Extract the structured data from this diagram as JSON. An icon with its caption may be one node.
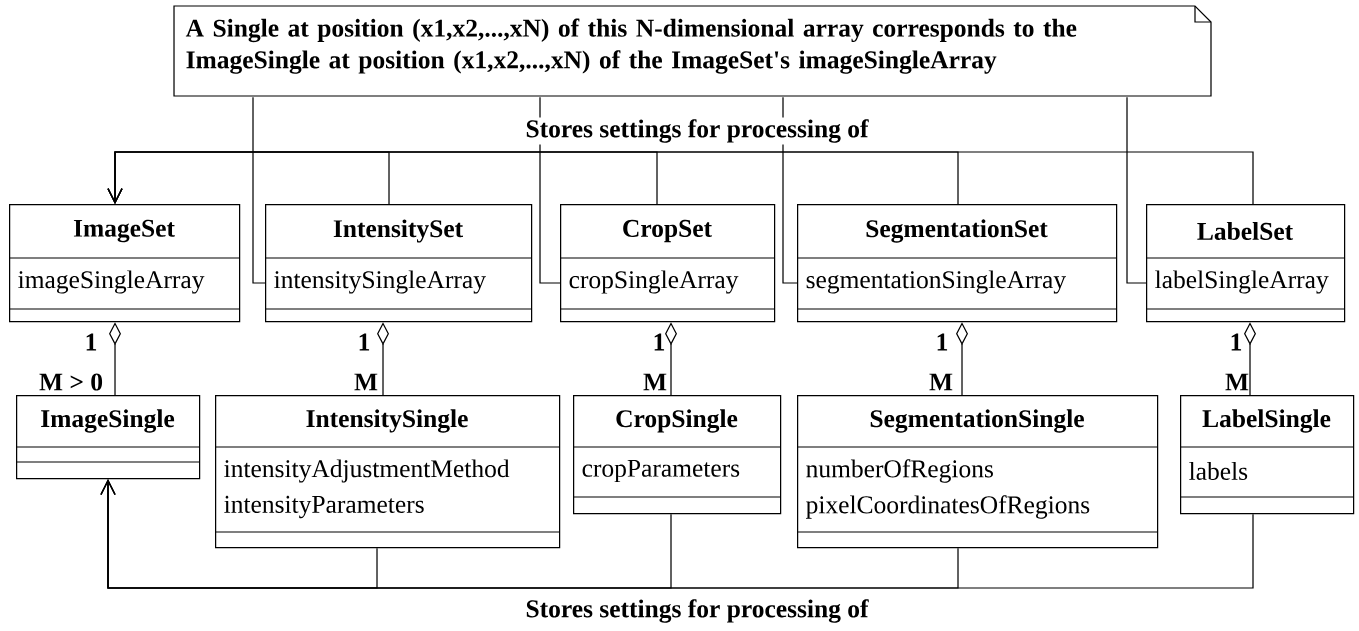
{
  "diagram": {
    "nodes": [
      {
        "text": [
          "A Single at position (x1,x2,...,xN) of this N-dimensional array corresponds to the ImageSingle at position (x1,x2,...,xN) of the ImageSet's imageSingleArray"
        ]
      },
      {
        "text": [
          "ImageSet",
          "imageSingleArray"
        ]
      },
      {
        "text": [
          "IntensitySet",
          "intensitySingleArray"
        ]
      },
      {
        "text": [
          "CropSet",
          "cropSingleArray"
        ]
      },
      {
        "text": [
          "SegmentationSet",
          "segmentationSingleArray"
        ]
      },
      {
        "text": [
          "LabelSet",
          "labelSingleArray"
        ]
      },
      {
        "text": [
          "ImageSingle"
        ]
      },
      {
        "text": [
          "IntensitySingle",
          "intensityAdjustmentMethod",
          "intensityParameters"
        ]
      },
      {
        "text": [
          "CropSingle",
          "cropParameters"
        ]
      },
      {
        "text": [
          "SegmentationSingle",
          "numberOfRegions",
          "pixelCoordinatesOfRegions"
        ]
      },
      {
        "text": [
          "LabelSingle",
          "labels"
        ]
      }
    ],
    "edges": [
      {
        "from": 0,
        "to": 2,
        "arrow": "none"
      },
      {
        "from": 0,
        "to": 3,
        "arrow": "none"
      },
      {
        "from": 0,
        "to": 4,
        "arrow": "none"
      },
      {
        "from": 0,
        "to": 5,
        "arrow": "none"
      },
      {
        "from": 2,
        "to": 1,
        "arrow": "to"
      },
      {
        "from": 3,
        "to": 1,
        "arrow": "to",
        "label": "Stores settings for processing of"
      },
      {
        "from": 4,
        "to": 1,
        "arrow": "to"
      },
      {
        "from": 5,
        "to": 1,
        "arrow": "to"
      },
      {
        "from": 1,
        "to": 6,
        "arrow": "other"
      },
      {
        "from": 2,
        "to": 7,
        "arrow": "other"
      },
      {
        "from": 3,
        "to": 8,
        "arrow": "other"
      },
      {
        "from": 4,
        "to": 9,
        "arrow": "other"
      },
      {
        "from": 5,
        "to": 10,
        "arrow": "other"
      },
      {
        "from": 7,
        "to": 6,
        "arrow": "to"
      },
      {
        "from": 8,
        "to": 6,
        "arrow": "to",
        "label": "Stores settings for processing of"
      },
      {
        "from": 9,
        "to": 6,
        "arrow": "to"
      },
      {
        "from": 10,
        "to": 6,
        "arrow": "to"
      }
    ],
    "labels": [
      "1",
      "1",
      "1",
      "1",
      "1",
      "M > 0",
      "M",
      "M",
      "M",
      "M"
    ]
  }
}
